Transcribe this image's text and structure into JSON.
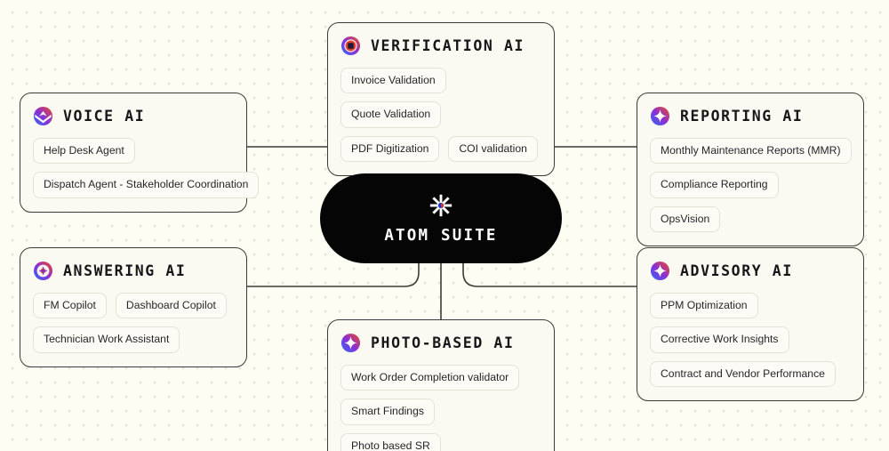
{
  "hub": {
    "label": "ATOM SUITE",
    "icon": "atom-sparkle-icon",
    "background": "#050505",
    "text_color": "#ffffff"
  },
  "theme": {
    "canvas_background": "#fdfdf3",
    "dot_color": "#e8e6d8",
    "panel_background": "#fbfaf2",
    "panel_border": "#3b3b38",
    "chip_background": "#fcfbf6",
    "chip_border": "#e4e2d8",
    "connector_color": "#3b3b38",
    "brand_gradient_start": "#2b6ef6",
    "brand_gradient_mid": "#8b2fd6",
    "brand_gradient_end": "#f04a1e"
  },
  "panels": [
    {
      "id": "verification-ai",
      "title": "VERIFICATION AI",
      "icon": "verification-square-badge-icon",
      "items": [
        "Invoice Validation",
        "Quote Validation",
        "PDF Digitization",
        "COI validation"
      ]
    },
    {
      "id": "voice-ai",
      "title": "VOICE AI",
      "icon": "voice-wave-badge-icon",
      "items": [
        "Help Desk Agent",
        "Dispatch Agent - Stakeholder Coordination"
      ]
    },
    {
      "id": "answering-ai",
      "title": "ANSWERING AI",
      "icon": "answering-target-badge-icon",
      "items": [
        "FM Copilot",
        "Dashboard Copilot",
        "Technician Work Assistant"
      ]
    },
    {
      "id": "reporting-ai",
      "title": "REPORTING AI",
      "icon": "reporting-sparkle-badge-icon",
      "items": [
        "Monthly Maintenance Reports (MMR)",
        "Compliance Reporting",
        "OpsVision"
      ]
    },
    {
      "id": "advisory-ai",
      "title": "ADVISORY AI",
      "icon": "advisory-sparkle-badge-icon",
      "items": [
        "PPM Optimization",
        "Corrective Work Insights",
        "Contract and Vendor Performance"
      ]
    },
    {
      "id": "photo-based-ai",
      "title": "PHOTO-BASED AI",
      "icon": "photo-sparkle-badge-icon",
      "items": [
        "Work Order Completion validator",
        "Smart Findings",
        "Photo based SR"
      ]
    }
  ]
}
